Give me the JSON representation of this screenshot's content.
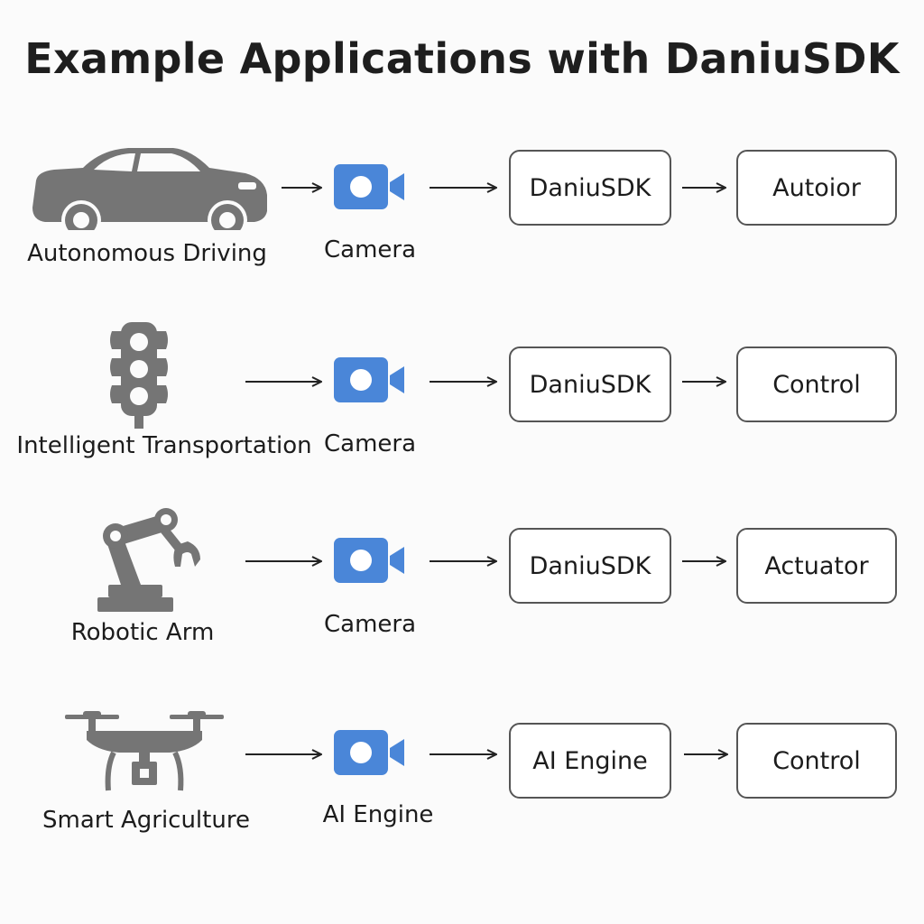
{
  "title": "Example Applications with DaniuSDK",
  "rows": [
    {
      "app_label": "Autonomous Driving",
      "app_icon": "car-icon",
      "source_label": "Camera",
      "middle_label": "DaniuSDK",
      "output_label": "Autoior"
    },
    {
      "app_label": "Intelligent Transportation",
      "app_icon": "traffic-light-icon",
      "source_label": "Camera",
      "middle_label": "DaniuSDK",
      "output_label": "Control"
    },
    {
      "app_label": "Robotic Arm",
      "app_icon": "robotic-arm-icon",
      "source_label": "Camera",
      "middle_label": "DaniuSDK",
      "output_label": "Actuator"
    },
    {
      "app_label": "Smart Agriculture",
      "app_icon": "drone-icon",
      "source_label": "AI Engine",
      "middle_label": "AI Engine",
      "output_label": "Control"
    }
  ],
  "colors": {
    "icon_gray": "#707070",
    "camera_blue": "#4a86d8",
    "text": "#1c1c1c",
    "box_border": "#555555"
  }
}
